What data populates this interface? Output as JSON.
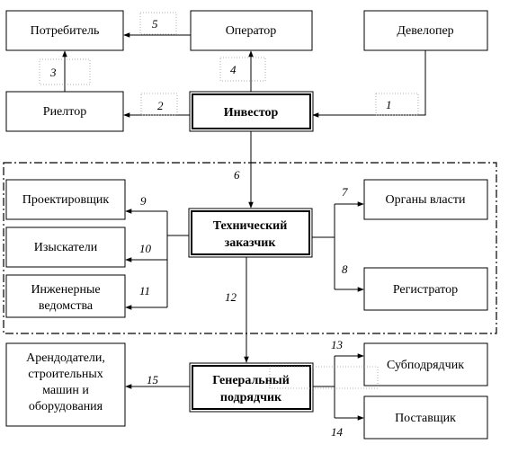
{
  "boxes": {
    "consumer": "Потребитель",
    "operator": "Оператор",
    "developer": "Девелопер",
    "realtor": "Риелтор",
    "investor": "Инвестор",
    "designer": "Проектировщик",
    "surveyors": "Изыскатели",
    "engineering": [
      "Инженерные",
      "ведомства"
    ],
    "tech_customer": [
      "Технический",
      "заказчик"
    ],
    "authorities": "Органы власти",
    "registrar": "Регистратор",
    "lessors": [
      "Арендодатели,",
      "строительных",
      "машин и",
      "оборудования"
    ],
    "general_contractor": [
      "Генеральный",
      "подрядчик"
    ],
    "subcontractor": "Субподрядчик",
    "supplier": "Поставщик"
  },
  "arrow_numbers": {
    "n1": "1",
    "n2": "2",
    "n3": "3",
    "n4": "4",
    "n5": "5",
    "n6": "6",
    "n7": "7",
    "n8": "8",
    "n9": "9",
    "n10": "10",
    "n11": "11",
    "n12": "12",
    "n13": "13",
    "n14": "14",
    "n15": "15"
  }
}
